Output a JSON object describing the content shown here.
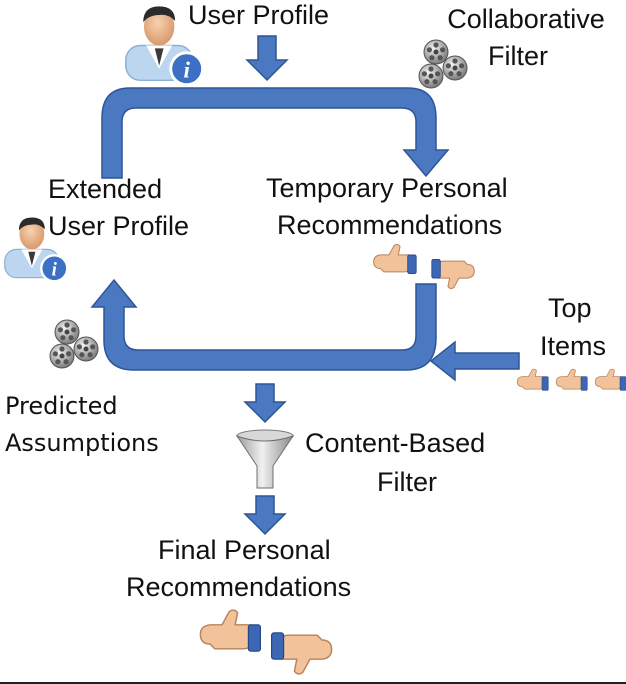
{
  "labels": {
    "user_profile": "User Profile",
    "collaborative_filter_line1": "Collaborative",
    "collaborative_filter_line2": "Filter",
    "extended_line1": "Extended",
    "extended_line2": "User Profile",
    "temporary_line1": "Temporary Personal",
    "temporary_line2": "Recommendations",
    "top_items_line1": "Top",
    "top_items_line2": "Items",
    "predicted_line1": "Predicted",
    "predicted_line2": "Assumptions",
    "content_based_line1": "Content-Based",
    "content_based_line2": "Filter",
    "final_line1": "Final Personal",
    "final_line2": "Recommendations"
  },
  "colors": {
    "arrow_fill": "#4a79c2",
    "arrow_stroke": "#2e5597",
    "skin": "#f2c39a",
    "sleeve": "#3d66b5"
  },
  "icons": [
    "user-info-icon",
    "film-reels-icon",
    "thumbs-up-icon",
    "thumbs-down-icon",
    "funnel-icon"
  ]
}
